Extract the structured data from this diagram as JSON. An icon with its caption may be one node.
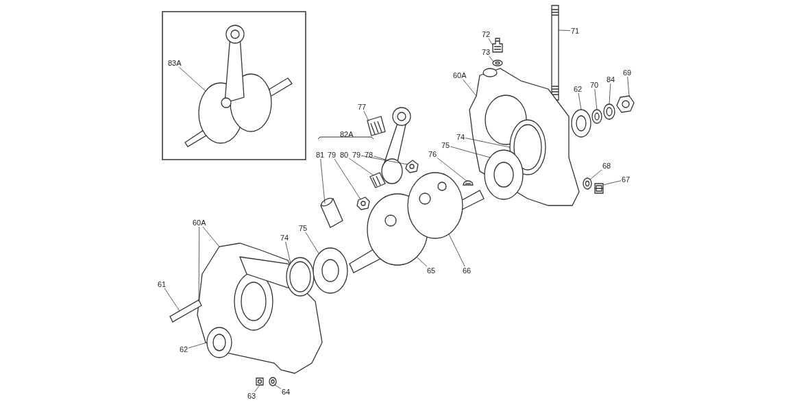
{
  "diagram": {
    "nodes": [
      {
        "text": [
          "83A"
        ]
      },
      {
        "text": [
          "77"
        ]
      },
      {
        "text": [
          "81"
        ]
      },
      {
        "text": [
          "79"
        ]
      },
      {
        "text": [
          "80"
        ]
      },
      {
        "text": [
          "79"
        ]
      },
      {
        "text": [
          "78"
        ]
      },
      {
        "text": [
          "72"
        ]
      },
      {
        "text": [
          "73"
        ]
      },
      {
        "text": [
          "71"
        ]
      },
      {
        "text": [
          "60A"
        ]
      },
      {
        "text": [
          "62"
        ]
      },
      {
        "text": [
          "70"
        ]
      },
      {
        "text": [
          "84"
        ]
      },
      {
        "text": [
          "69"
        ]
      },
      {
        "text": [
          "74"
        ]
      },
      {
        "text": [
          "75"
        ]
      },
      {
        "text": [
          "76"
        ]
      },
      {
        "text": [
          "68"
        ]
      },
      {
        "text": [
          "67"
        ]
      },
      {
        "text": [
          "60A"
        ]
      },
      {
        "text": [
          "61"
        ]
      },
      {
        "text": [
          "74"
        ]
      },
      {
        "text": [
          "75"
        ]
      },
      {
        "text": [
          "65"
        ]
      },
      {
        "text": [
          "66"
        ]
      },
      {
        "text": [
          "62"
        ]
      },
      {
        "text": [
          "63"
        ]
      },
      {
        "text": [
          "64"
        ]
      },
      {
        "text": [],
        "shape": "picture"
      },
      {
        "text": [],
        "shape": "picture"
      },
      {
        "text": [],
        "shape": "picture"
      },
      {
        "text": [],
        "shape": "picture"
      },
      {
        "text": [],
        "shape": "picture"
      },
      {
        "text": [],
        "shape": "picture"
      },
      {
        "text": [],
        "shape": "picture"
      },
      {
        "text": [],
        "shape": "picture"
      },
      {
        "text": [],
        "shape": "picture"
      },
      {
        "text": [],
        "shape": "picture"
      },
      {
        "text": [],
        "shape": "picture"
      },
      {
        "text": [],
        "shape": "picture"
      },
      {
        "text": [],
        "shape": "picture"
      },
      {
        "text": [],
        "shape": "picture"
      },
      {
        "text": [],
        "shape": "picture"
      },
      {
        "text": [],
        "shape": "picture",
        "in": 39
      },
      {
        "text": [],
        "shape": "picture",
        "in": 39
      },
      {
        "text": [],
        "shape": "picture"
      },
      {
        "text": [],
        "shape": "picture"
      },
      {
        "text": [],
        "shape": "picture"
      },
      {
        "text": [],
        "shape": "picture"
      },
      {
        "text": [],
        "shape": "picture"
      },
      {
        "text": [],
        "shape": "picture"
      },
      {
        "text": [],
        "shape": "picture"
      },
      {
        "text": [],
        "shape": "picture"
      },
      {
        "text": [],
        "shape": "picture"
      },
      {
        "text": [],
        "shape": "picture",
        "in": 49
      },
      {
        "text": [],
        "shape": "picture"
      },
      {
        "text": [],
        "shape": "picture"
      }
    ],
    "edges": [
      {
        "from": 0,
        "to": 29,
        "arrow": "none"
      },
      {
        "from": 1,
        "to": 30,
        "arrow": "none"
      },
      {
        "from": 2,
        "to": 31,
        "arrow": "none"
      },
      {
        "from": 3,
        "to": 32,
        "arrow": "none"
      },
      {
        "from": 4,
        "to": 33,
        "arrow": "none"
      },
      {
        "from": 5,
        "to": 34,
        "arrow": "none"
      },
      {
        "from": 6,
        "to": 35,
        "arrow": "none"
      },
      {
        "from": 7,
        "to": 36,
        "arrow": "none"
      },
      {
        "from": 8,
        "to": 37,
        "arrow": "none"
      },
      {
        "from": 9,
        "to": 38,
        "arrow": "none"
      },
      {
        "from": 10,
        "to": 39,
        "arrow": "none"
      },
      {
        "from": 11,
        "to": 40,
        "arrow": "none"
      },
      {
        "from": 12,
        "to": 41,
        "arrow": "none"
      },
      {
        "from": 13,
        "to": 42,
        "arrow": "none"
      },
      {
        "from": 14,
        "to": 43,
        "arrow": "none"
      },
      {
        "from": 15,
        "to": 44,
        "arrow": "none"
      },
      {
        "from": 16,
        "to": 45,
        "arrow": "none"
      },
      {
        "from": 17,
        "to": 46,
        "arrow": "none"
      },
      {
        "from": 18,
        "to": 47,
        "arrow": "none"
      },
      {
        "from": 19,
        "to": 48,
        "arrow": "none"
      },
      {
        "from": 20,
        "to": 49,
        "arrow": "none"
      },
      {
        "from": 20,
        "to": 49,
        "arrow": "none"
      },
      {
        "from": 21,
        "to": 50,
        "arrow": "none"
      },
      {
        "from": 22,
        "to": 51,
        "arrow": "none"
      },
      {
        "from": 23,
        "to": 52,
        "arrow": "none"
      },
      {
        "from": 24,
        "to": 53,
        "arrow": "none"
      },
      {
        "from": 25,
        "to": 54,
        "arrow": "none"
      },
      {
        "from": 26,
        "to": 55,
        "arrow": "none"
      },
      {
        "from": 27,
        "to": 56,
        "arrow": "none"
      },
      {
        "from": 28,
        "to": 57,
        "arrow": "none"
      }
    ],
    "labels": [
      "82A"
    ]
  }
}
